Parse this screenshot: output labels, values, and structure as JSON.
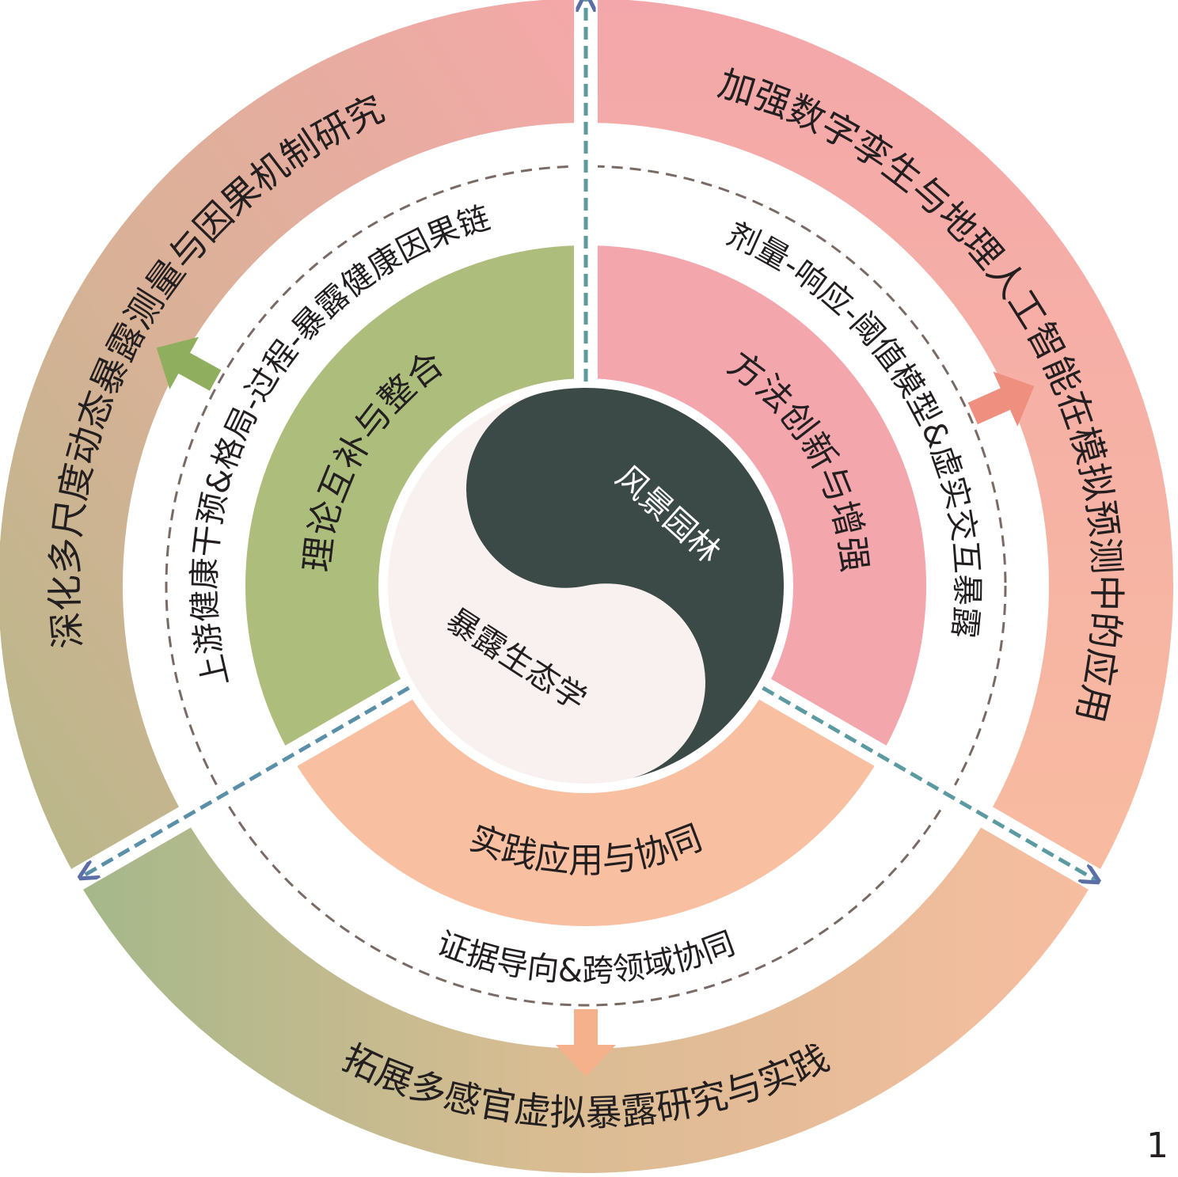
{
  "center": {
    "top_label": "风景园林",
    "bottom_label": "暴露生态学"
  },
  "sectors": [
    {
      "label": "理论互补与整合",
      "color": "#adbd7c"
    },
    {
      "label": "方法创新与增强",
      "color": "#f4a6ad"
    },
    {
      "label": "实践应用与协同",
      "color": "#f9bfa1"
    }
  ],
  "middle_ring": [
    "上游健康干预&格局-过程-暴露健康因果链",
    "剂量-响应-阈值模型&虚实交互暴露",
    "证据导向&跨领域协同"
  ],
  "outer_ring": [
    "深化多尺度动态暴露测量与因果机制研究",
    "加强数字孪生与地理人工智能在模拟预测中的应用",
    "拓展多感官虚拟暴露研究与实践"
  ],
  "page_number": "1",
  "colors": {
    "dark": "#3b4a47",
    "light": "#f8f1ef",
    "dash": "#7a6a66",
    "arrow_line": "#5a9aa0"
  }
}
